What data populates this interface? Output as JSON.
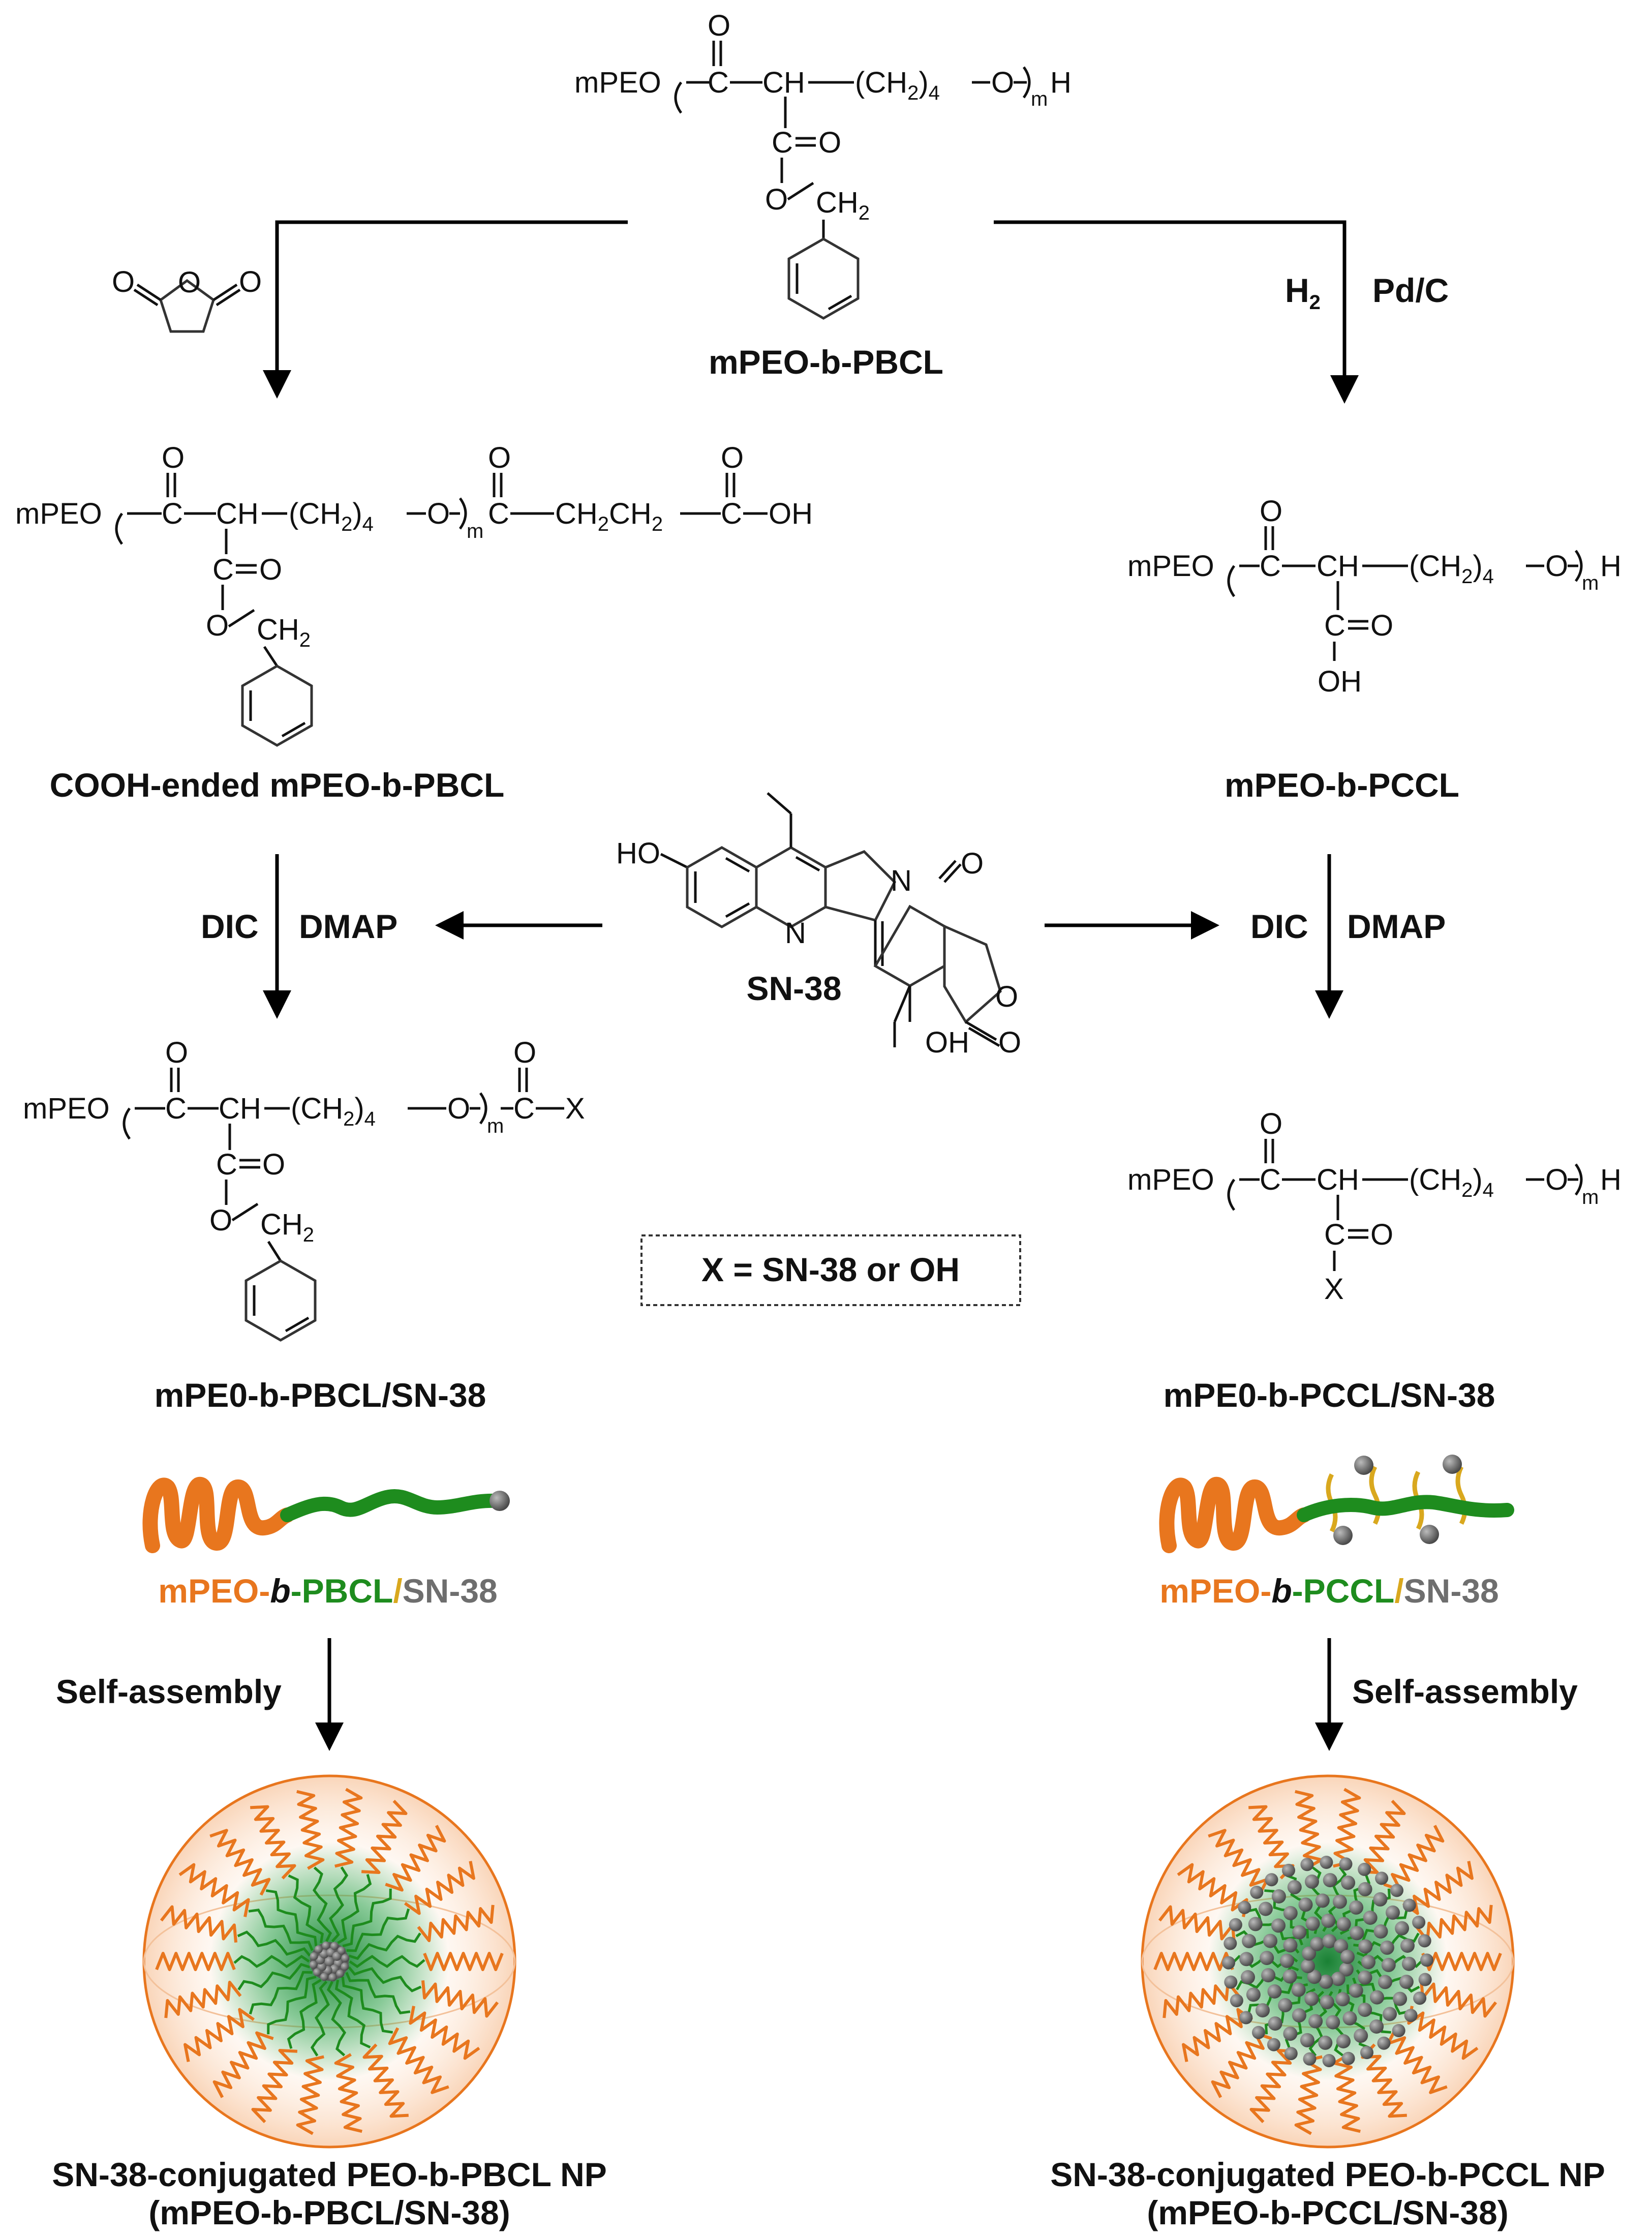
{
  "colors": {
    "peo": "#E8761E",
    "pbcl": "#1E8C1E",
    "sn38": "#6E6E6E",
    "pendant": "#D9A81E"
  },
  "labels": {
    "top_compound": "mPEO-b-PBCL",
    "left_mid_compound": "COOH-ended mPEO-b-PBCL",
    "right_mid_compound": "mPEO-b-PCCL",
    "drug": "SN-38",
    "left_product": "mPE0-b-PBCL/SN-38",
    "right_product": "mPE0-b-PCCL/SN-38",
    "x_definition": "X = SN-38 or OH",
    "left_np_line1": "SN-38-conjugated PEO-b-PBCL NP",
    "left_np_line2": "(mPEO-b-PBCL/SN-38)",
    "right_np_line1": "SN-38-conjugated PEO-b-PCCL NP",
    "right_np_line2": "(mPEO-b-PCCL/SN-38)"
  },
  "colored_labels": {
    "left": {
      "peo": "mPEO",
      "dash1": "-",
      "b": "b",
      "dash2": "-",
      "core": "PBCL",
      "slash": "/",
      "drug": "SN-38"
    },
    "right": {
      "peo": "mPEO",
      "dash1": "-",
      "b": "b",
      "dash2": "-",
      "core": "PCCL",
      "slash": "/",
      "drug": "SN-38"
    }
  },
  "reagents": {
    "hydrogenation_h2": "H",
    "hydrogenation_sub": "2",
    "hydrogenation_catalyst": "Pd/C",
    "coupling_left_1": "DIC",
    "coupling_left_2": "DMAP",
    "coupling_right_1": "DIC",
    "coupling_right_2": "DMAP",
    "assembly_left": "Self-assembly",
    "assembly_right": "Self-assembly"
  },
  "chem": {
    "mpeo": "mPEO",
    "ch": "CH",
    "ch2_4": "(CH",
    "two": "2",
    "four": "4",
    "close_paren": ")",
    "o": "O",
    "m": "m",
    "h": "H",
    "c": "C",
    "ch2": "CH",
    "oh": "OH",
    "ho": "HO",
    "n": "N",
    "x": "X",
    "acid_chain": "CH",
    "c_oh": "C",
    "dash_oh": "OH"
  }
}
